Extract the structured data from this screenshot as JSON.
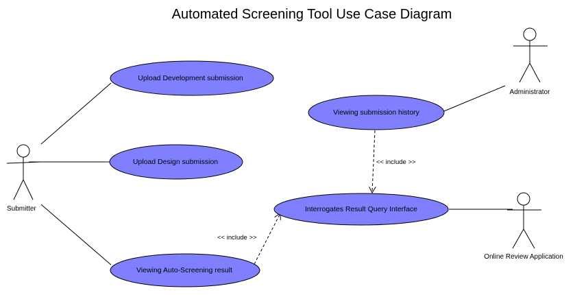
{
  "diagram": {
    "title": "Automated Screening Tool Use Case Diagram",
    "colors": {
      "use_case_fill": "#8080ff",
      "use_case_stroke": "#000000",
      "line": "#000000",
      "background": "#ffffff"
    },
    "actors": {
      "submitter": {
        "label": "Submitter"
      },
      "administrator": {
        "label": "Administrator"
      },
      "online_review": {
        "label": "Online Review Application"
      }
    },
    "use_cases": {
      "upload_development": {
        "label": "Upload Development submission"
      },
      "upload_design": {
        "label": "Upload Design submission"
      },
      "viewing_auto_screening": {
        "label": "Viewing Auto-Screening result"
      },
      "viewing_history": {
        "label": "Viewing submission history"
      },
      "interrogates_query": {
        "label": "Interrogates Result Query Interface"
      }
    },
    "relationships": {
      "include_history": {
        "label": "<< include >>"
      },
      "include_auto_screening": {
        "label": "<< include >>"
      }
    }
  }
}
